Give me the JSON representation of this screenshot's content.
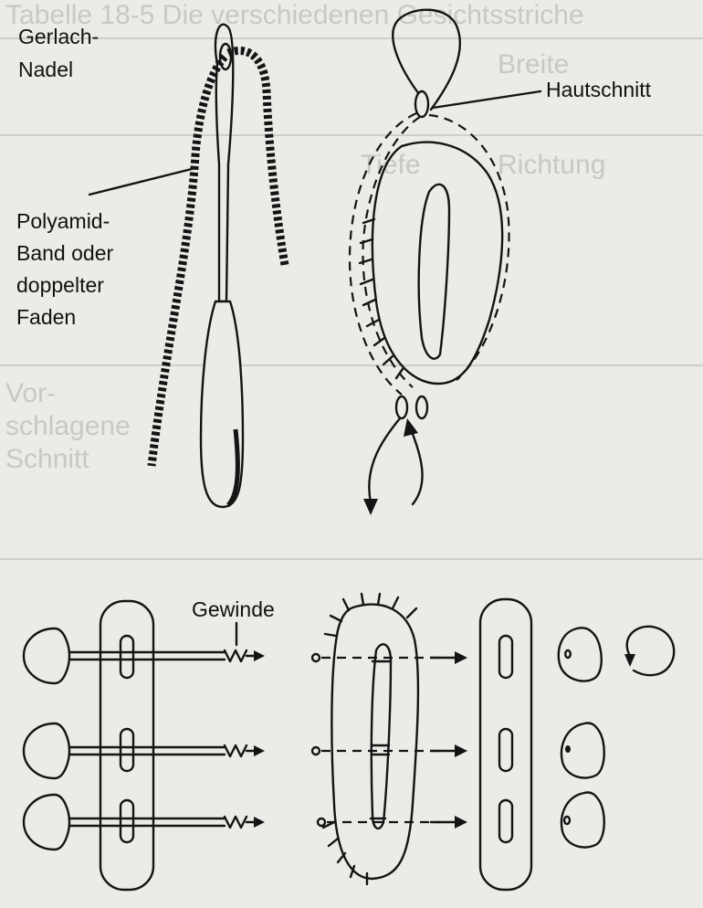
{
  "labels": {
    "needle": "Gerlach-",
    "needle_2": "Nadel",
    "tape_1": "Polyamid-",
    "tape_2": "Band oder",
    "tape_3": "doppelter",
    "tape_4": "Faden",
    "skin_cut": "Hautschnitt",
    "thread": "Gewinde"
  },
  "background_text": [
    "Tabelle 18-5 Die verschiedenen Gesichtsstriche",
    "Breite",
    "Tiefe",
    "Richtung",
    "Vor-",
    "schlagene",
    "Schnitt"
  ],
  "colors": {
    "ink": "#141414",
    "paper": "#ecebe7",
    "ghost": "#c9c8c3"
  }
}
